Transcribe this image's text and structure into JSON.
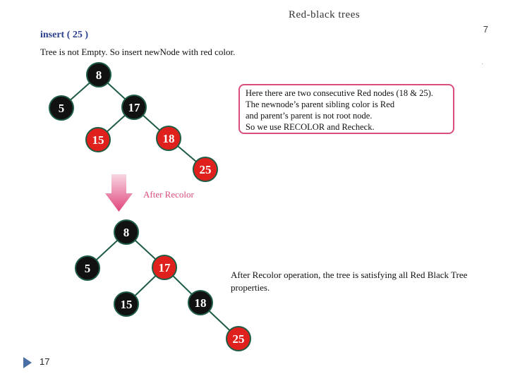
{
  "header": {
    "title": "Red-black trees",
    "page_number": "7"
  },
  "content": {
    "heading": "insert ( 25 )",
    "intro": "Tree is not Empty. So insert newNode with red color.",
    "info_box": [
      "Here there are two consecutive Red nodes (18 & 25).",
      "The newnode’s parent sibling color is Red",
      "and parent’s parent is not root node.",
      "So we use RECOLOR and Recheck."
    ],
    "arrow_label": "After Recolor",
    "conclusion": "After Recolor operation, the tree is satisfying all Red Black Tree properties."
  },
  "colors": {
    "red_node": "#e0201c",
    "black_node": "#111111",
    "accent": "#d94e7c"
  },
  "trees": {
    "before": [
      {
        "id": "n8",
        "value": "8",
        "color": "black"
      },
      {
        "id": "n5",
        "value": "5",
        "color": "black"
      },
      {
        "id": "n17",
        "value": "17",
        "color": "black"
      },
      {
        "id": "n15",
        "value": "15",
        "color": "red"
      },
      {
        "id": "n18",
        "value": "18",
        "color": "red"
      },
      {
        "id": "n25",
        "value": "25",
        "color": "red"
      }
    ],
    "after": [
      {
        "id": "n8",
        "value": "8",
        "color": "black"
      },
      {
        "id": "n5",
        "value": "5",
        "color": "black"
      },
      {
        "id": "n17",
        "value": "17",
        "color": "red"
      },
      {
        "id": "n15",
        "value": "15",
        "color": "black"
      },
      {
        "id": "n18",
        "value": "18",
        "color": "black"
      },
      {
        "id": "n25",
        "value": "25",
        "color": "red"
      }
    ]
  },
  "footer": {
    "slide_number": "17"
  }
}
